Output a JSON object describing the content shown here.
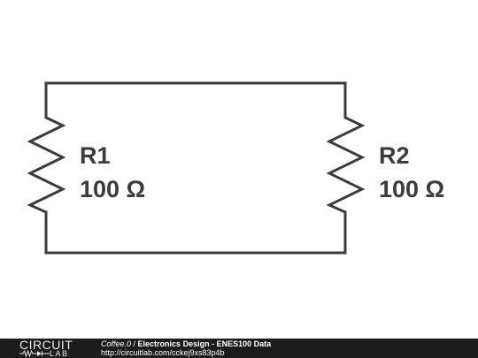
{
  "schematic": {
    "r1": {
      "name": "R1",
      "value": "100 Ω"
    },
    "r2": {
      "name": "R2",
      "value": "100 Ω"
    },
    "wire_color": "#3c3c3c"
  },
  "footer": {
    "logo_top": "CIRCUIT",
    "logo_bottom": "LAB",
    "author": "Coffee.0",
    "separator": " / ",
    "title": "Electronics Design - ENES100 Data",
    "url": "http://circuitlab.com/cckej9xs83p4b",
    "background": "#1c1c1c"
  }
}
